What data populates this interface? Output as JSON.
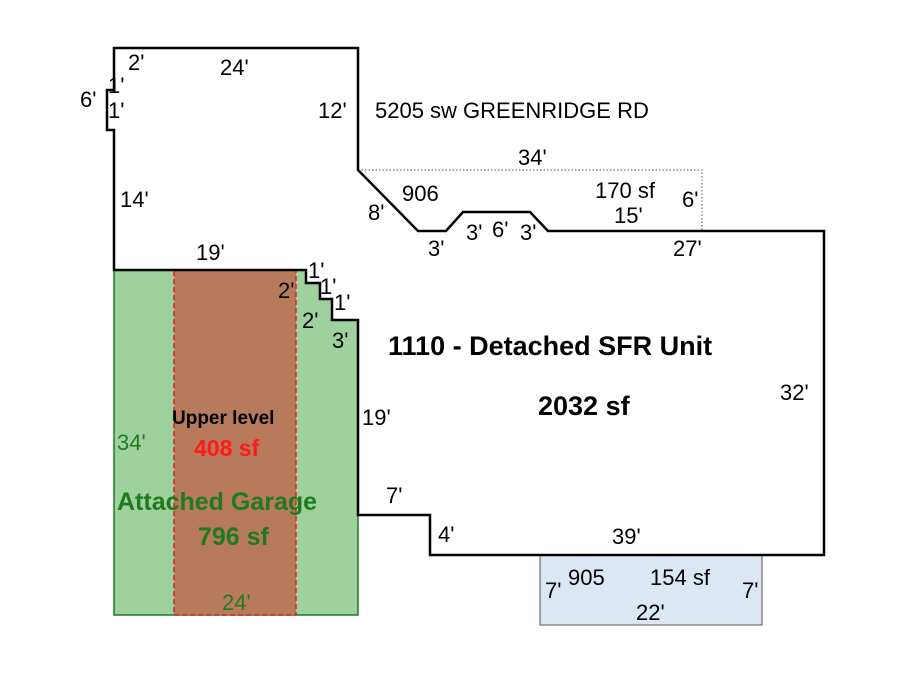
{
  "address": "5205 sw GREENRIDGE RD",
  "main_unit": {
    "title": "1110 - Detached SFR Unit",
    "area": "2032 sf"
  },
  "garage": {
    "title": "Attached Garage",
    "area": "796 sf",
    "height": "34'",
    "width": "24'"
  },
  "upper_level": {
    "title": "Upper level",
    "area": "408 sf"
  },
  "porch_906": {
    "code": "906",
    "area": "170 sf",
    "length": "34'",
    "inner_length": "15'",
    "depth": "6'"
  },
  "porch_905": {
    "code": "905",
    "area": "154 sf",
    "width": "22'",
    "left_depth": "7'",
    "right_depth": "7'"
  },
  "dimensions": {
    "top_small": "2'",
    "top": "24'",
    "left_notch_top": "1'",
    "left_notch_bottom": "1'",
    "left_notch_depth": "6'",
    "upper_right": "12'",
    "left_side": "14'",
    "diagonal": "8'",
    "bottom_a": "3'",
    "bottom_b": "3'",
    "bottom_c": "6'",
    "bottom_d": "3'",
    "main_top": "27'",
    "upper_mid": "19'",
    "step_1": "1'",
    "step_2": "2'",
    "step_3": "1'",
    "step_4": "1'",
    "step_5": "2'",
    "step_6": "3'",
    "garage_side": "19'",
    "right_side": "32'",
    "jog_top": "7'",
    "jog_side": "4'",
    "bottom": "39'"
  }
}
